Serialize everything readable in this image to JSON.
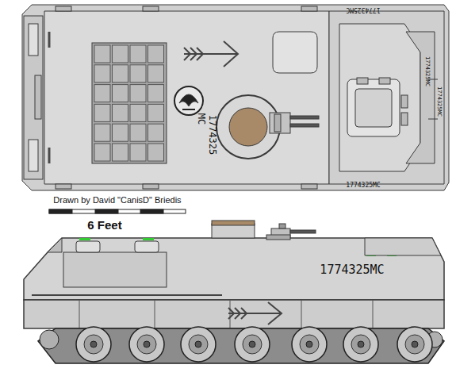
{
  "diagram": {
    "labels": [
      "Drawn by David \"CanisD\" Briedis",
      "6 Feet",
      "1774325MC",
      "1774325",
      "MC",
      "1774325MC",
      "1774325MC",
      "1774325MC",
      "1774325MC"
    ]
  }
}
